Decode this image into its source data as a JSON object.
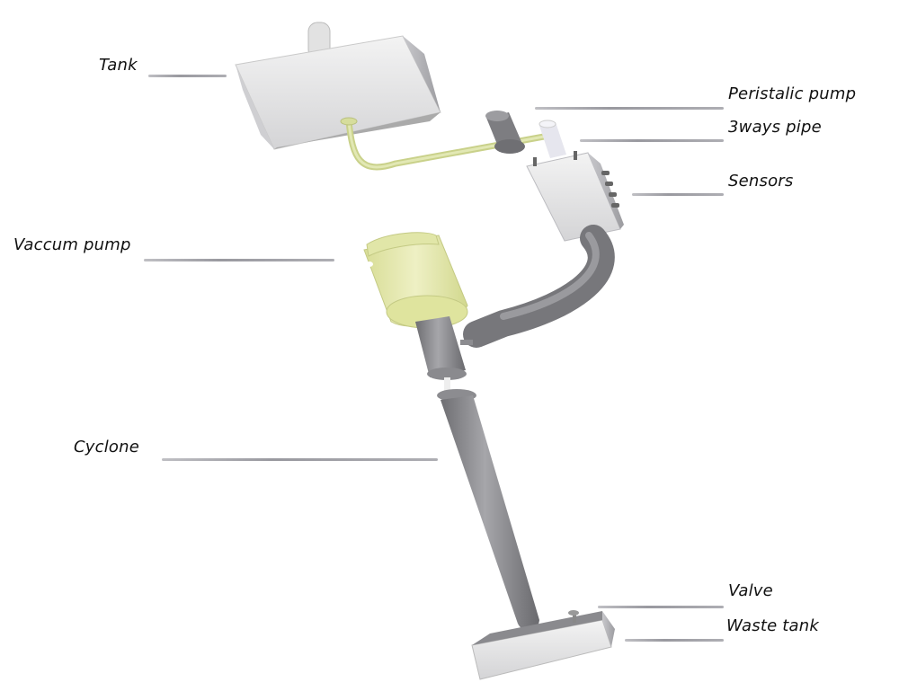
{
  "diagram": {
    "labels": {
      "tank": "Tank",
      "peristaltic_pump": "Peristalic pump",
      "three_ways_pipe": "3ways pipe",
      "sensors": "Sensors",
      "vacuum_pump": "Vaccum pump",
      "cyclone": "Cyclone",
      "valve": "Valve",
      "waste_tank": "Waste tank"
    },
    "colors": {
      "body_gray": "#d9d9dc",
      "dark_gray": "#7a7a7e",
      "tube_green": "#d8e0a4",
      "pump_yellow": "#e6eab4",
      "leader_line": "#9a9aa0"
    }
  }
}
